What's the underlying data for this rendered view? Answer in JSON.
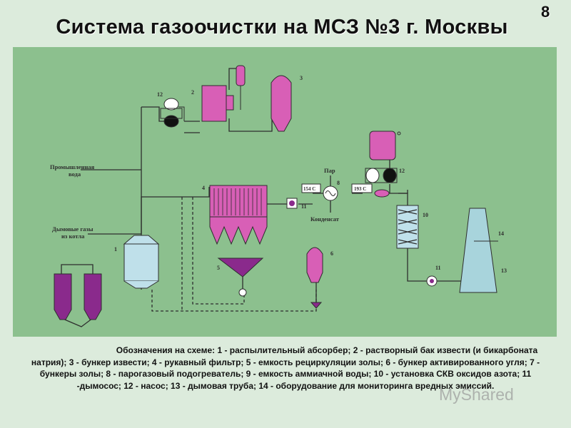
{
  "page_number": "8",
  "title": "Система газоочистки на МСЗ №3 г. Москвы",
  "diagram": {
    "labels": {
      "industrial_water_1": "Промышленная",
      "industrial_water_2": "вода",
      "flue_gas_1": "Дымовые газы",
      "flue_gas_2": "из котла",
      "steam": "Пар",
      "condensate": "Конденсат",
      "temp_1": "154 С",
      "temp_2": "193 С"
    },
    "numbers": {
      "n1": "1",
      "n2": "2",
      "n3": "3",
      "n4": "4",
      "n5": "5",
      "n6": "6",
      "n8": "8",
      "n10": "10",
      "n11a": "11",
      "n11b": "11",
      "n12a": "12",
      "n12b": "12",
      "n13": "13",
      "n14": "14"
    },
    "colors": {
      "background": "#8cc08e",
      "lines": "#2e2e2e",
      "magenta": "#d85fb6",
      "purple": "#8a2a8c",
      "light_blue": "#bfe0ea",
      "stack": "#a8d4dc"
    }
  },
  "caption": {
    "text": "Обозначения на схеме: 1 - распылительный абсорбер; 2 - растворный бак извести (и бикарбоната натрия); 3 - бункер извести; 4 - рукавный фильтр; 5 - емкость рециркуляции золы; 6 - бункер активированного угля; 7 - бункеры золы; 8 - парогазовый подогреватель; 9 - емкость аммиачной воды; 10 - установка СКВ оксидов азота; 11 -дымосос; 12 - насос; 13 - дымовая труба; 14 - оборудование для мониторинга вредных эмиссий."
  },
  "watermark": "MyShared"
}
